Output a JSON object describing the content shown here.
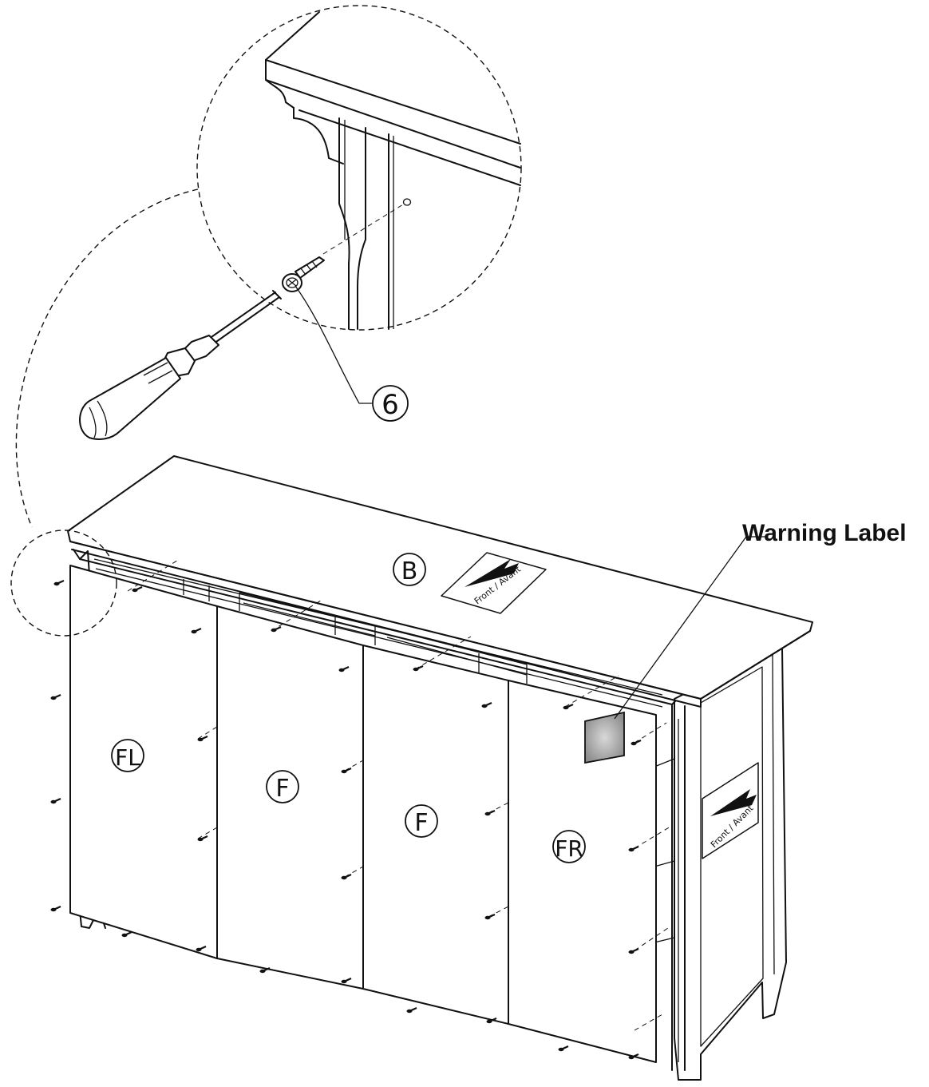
{
  "labels": {
    "part_screw": "6",
    "part_top": "B",
    "panel_left": "FL",
    "panel_mid_1": "F",
    "panel_mid_2": "F",
    "panel_right": "FR",
    "warning": "Warning Label",
    "front_sticker_top": "Front / Avant",
    "front_sticker_side": "Front / Avant"
  }
}
